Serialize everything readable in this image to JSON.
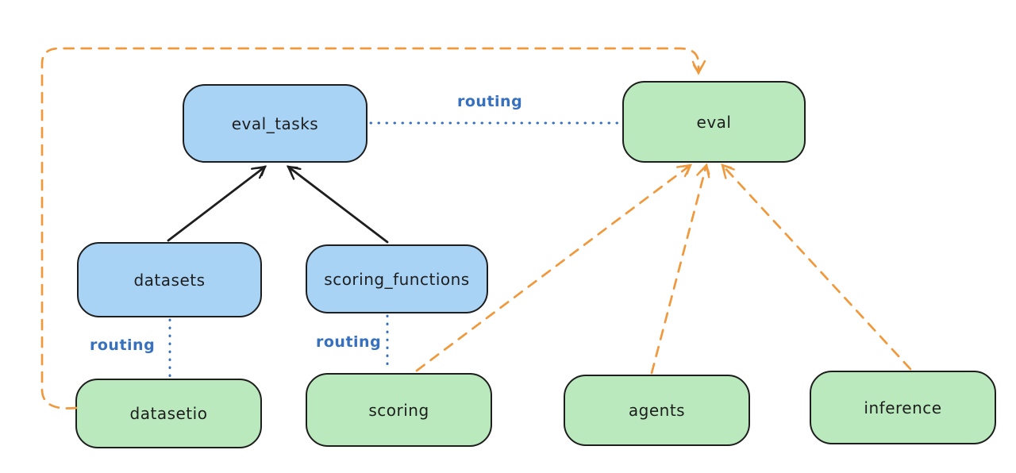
{
  "nodes": {
    "eval_tasks": {
      "label": "eval_tasks",
      "color": "blue"
    },
    "eval": {
      "label": "eval",
      "color": "green"
    },
    "datasets": {
      "label": "datasets",
      "color": "blue"
    },
    "scoring_functions": {
      "label": "scoring_functions",
      "color": "blue"
    },
    "datasetio": {
      "label": "datasetio",
      "color": "green"
    },
    "scoring": {
      "label": "scoring",
      "color": "green"
    },
    "agents": {
      "label": "agents",
      "color": "green"
    },
    "inference": {
      "label": "inference",
      "color": "green"
    }
  },
  "edges": [
    {
      "from": "datasets",
      "to": "eval_tasks",
      "line": "solid",
      "color": "#1e1e1e",
      "arrow": true
    },
    {
      "from": "scoring_functions",
      "to": "eval_tasks",
      "line": "solid",
      "color": "#1e1e1e",
      "arrow": true
    },
    {
      "from": "eval_tasks",
      "to": "eval",
      "line": "dotted",
      "color": "#3670be",
      "arrow": false,
      "label": "routing"
    },
    {
      "from": "datasets",
      "to": "datasetio",
      "line": "dotted",
      "color": "#3670be",
      "arrow": false,
      "label": "routing"
    },
    {
      "from": "scoring_functions",
      "to": "scoring",
      "line": "dotted",
      "color": "#3670be",
      "arrow": false,
      "label": "routing"
    },
    {
      "from": "scoring",
      "to": "eval",
      "line": "dashed",
      "color": "#f0993c",
      "arrow": true
    },
    {
      "from": "agents",
      "to": "eval",
      "line": "dashed",
      "color": "#f0993c",
      "arrow": true
    },
    {
      "from": "inference",
      "to": "eval",
      "line": "dashed",
      "color": "#f0993c",
      "arrow": true
    },
    {
      "from": "datasetio",
      "to": "eval",
      "line": "dashed",
      "color": "#f0993c",
      "arrow": true,
      "route": "around-top-left"
    }
  ],
  "colors": {
    "background": "#ffffff",
    "node_blue_fill": "#a8d3f5",
    "node_green_fill": "#b9e9bd",
    "node_stroke": "#1e1e1e",
    "routing_line": "#3670be",
    "provider_line": "#f0993c"
  }
}
